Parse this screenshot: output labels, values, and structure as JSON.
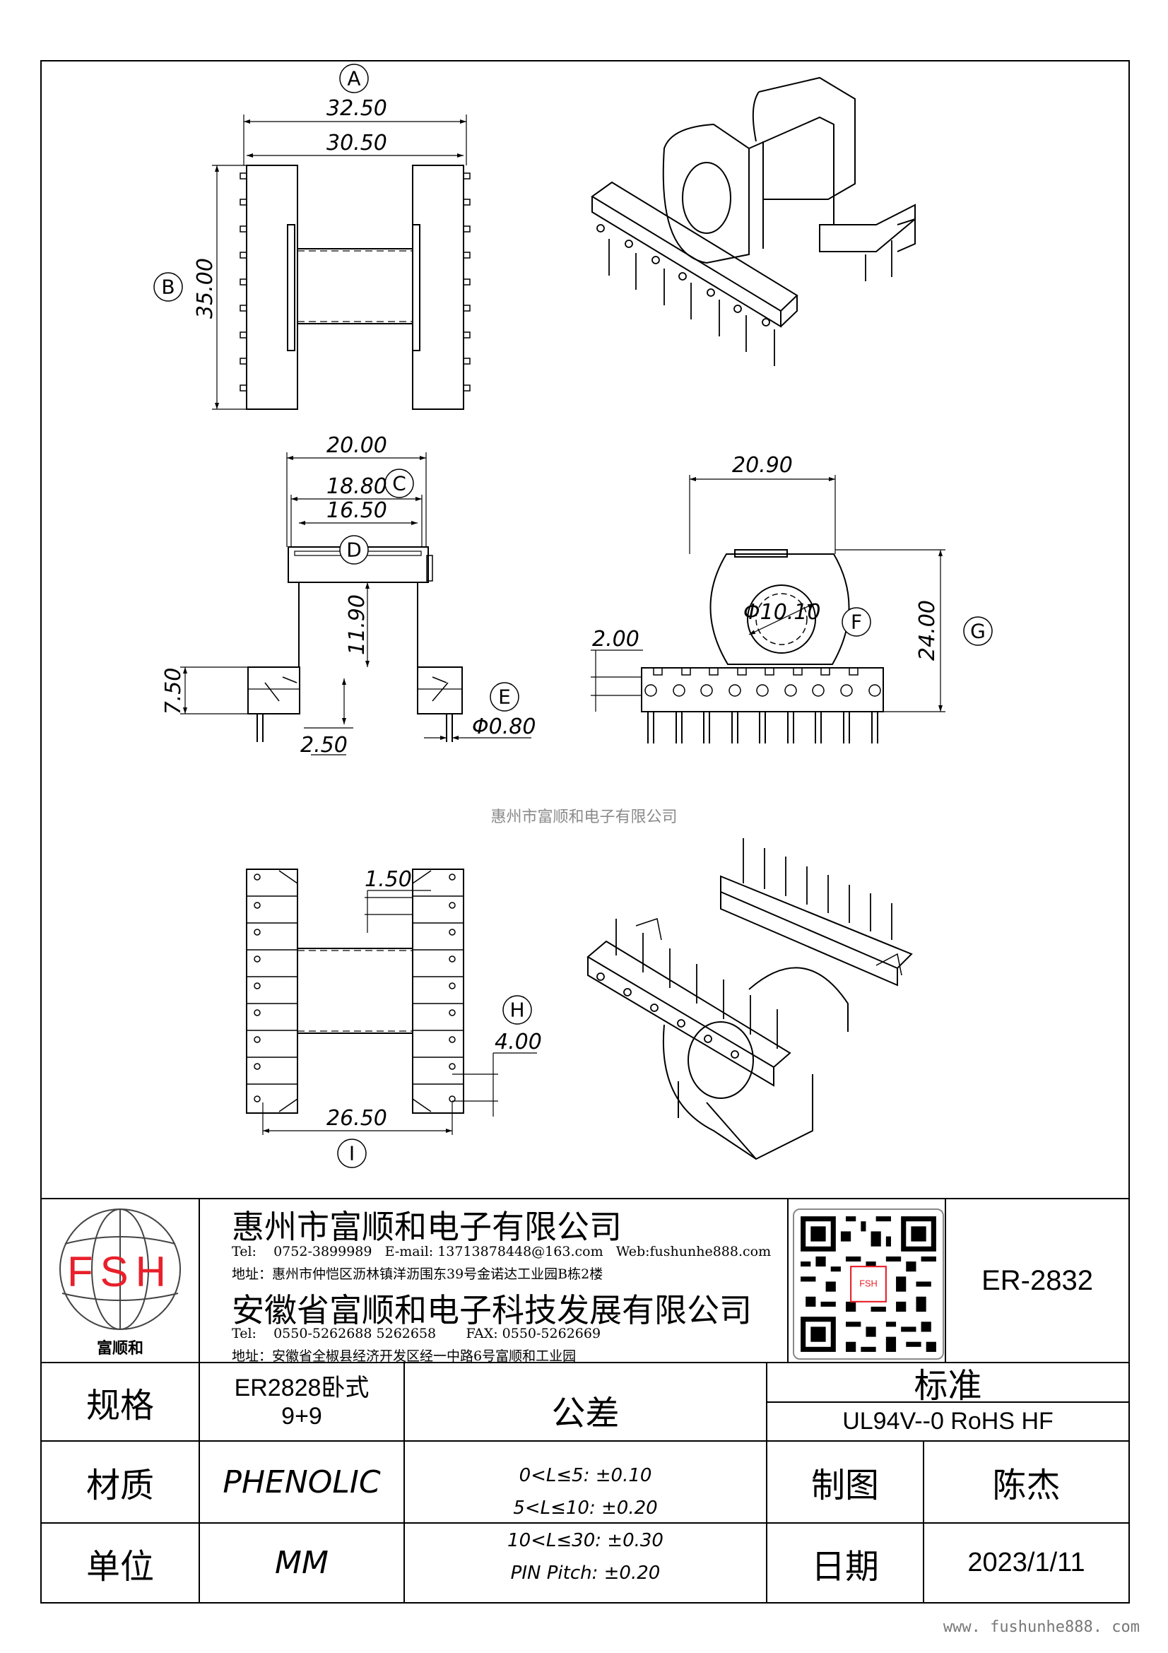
{
  "watermark": "惠州市富顺和电子有限公司",
  "footer_url": "www. fushunhe888. com",
  "dimensions": {
    "A": "32.50",
    "A2": "30.50",
    "B": "35.00",
    "C": "18.80",
    "C0": "20.00",
    "D": "16.50",
    "D_h": "11.90",
    "E": "Φ0.80",
    "side_h": "7.50",
    "pin_off": "2.50",
    "F_w": "20.90",
    "F": "Φ10.10",
    "G": "24.00",
    "pin_gap": "2.00",
    "H": "4.00",
    "H_top": "1.50",
    "I": "26.50"
  },
  "markers": [
    "A",
    "B",
    "C",
    "D",
    "E",
    "F",
    "G",
    "H",
    "I"
  ],
  "logo": {
    "letters": "FSH",
    "caption": "富顺和",
    "color": "#e8202a"
  },
  "company1": {
    "name": "惠州市富顺和电子有限公司",
    "tel_label": "Tel:",
    "tel": "0752-3899989",
    "email": "E-mail: 13713878448@163.com",
    "web": "Web:fushunhe888.com",
    "address": "地址：惠州市仲恺区沥林镇洋沥围东39号金诺达工业园B栋2楼"
  },
  "company2": {
    "name": "安徽省富顺和电子科技发展有限公司",
    "tel_label": "Tel:",
    "tel": "0550-5262688  5262658",
    "fax": "FAX: 0550-5262669",
    "address": "地址：安徽省全椒县经济开发区经一中路6号富顺和工业园"
  },
  "model": "ER-2832",
  "table": {
    "spec_label": "规格",
    "spec_value_1": "ER2828卧式",
    "spec_value_2": "9+9",
    "material_label": "材质",
    "material_value": "PHENOLIC",
    "unit_label": "单位",
    "unit_value": "MM",
    "tolerance_label": "公差",
    "tolerances": [
      "0<L≤5: ±0.10",
      "5<L≤10: ±0.20",
      "10<L≤30: ±0.30",
      "PIN Pitch: ±0.20"
    ],
    "standard_label": "标准",
    "standard_value": "UL94V--0  RoHS HF",
    "drawn_label": "制图",
    "drawn_value": "陈杰",
    "date_label": "日期",
    "date_value": "2023/1/11"
  }
}
